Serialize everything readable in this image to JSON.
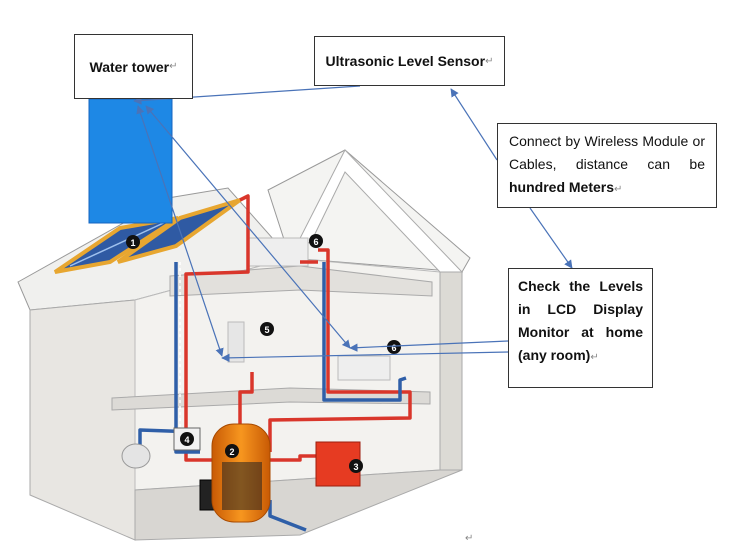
{
  "labels": {
    "water_tower": "Water tower",
    "sensor": "Ultrasonic Level Sensor",
    "wireless_pre": "Connect by Wireless Module or Cables, distance can be ",
    "wireless_bold": "hundred Meters",
    "check_levels": "Check the Levels in LCD Display Monitor at home (any room)",
    "para_mark": "↵"
  },
  "callouts": [
    "1",
    "2",
    "3",
    "4",
    "5",
    "6",
    "6"
  ],
  "colors": {
    "tank": "#1e88e5",
    "arrow": "#4a73b8",
    "hot_pipe": "#d9362b",
    "cold_pipe": "#2f5fa8",
    "wall": "#e8e6e2",
    "roof": "#f1f1ef",
    "boiler": "#f07f12",
    "solar_frame": "#e7a630",
    "solar_panel": "#2f5aa3"
  }
}
